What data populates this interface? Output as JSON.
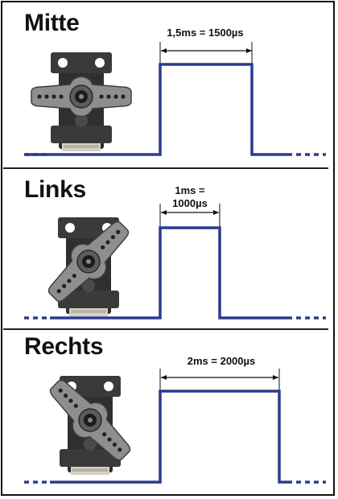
{
  "pulse_color": "#2b3b8c",
  "sections": [
    {
      "title": "Mitte",
      "pulse_label": "1,5ms = 1500µs",
      "pulse_label_lines": [
        "1,5ms = 1500µs"
      ]
    },
    {
      "title": "Links",
      "pulse_label": "1ms = 1000µs",
      "pulse_label_lines": [
        "1ms =",
        "1000µs"
      ]
    },
    {
      "title": "Rechts",
      "pulse_label": "2ms = 2000µs",
      "pulse_label_lines": [
        "2ms = 2000µs"
      ]
    }
  ]
}
